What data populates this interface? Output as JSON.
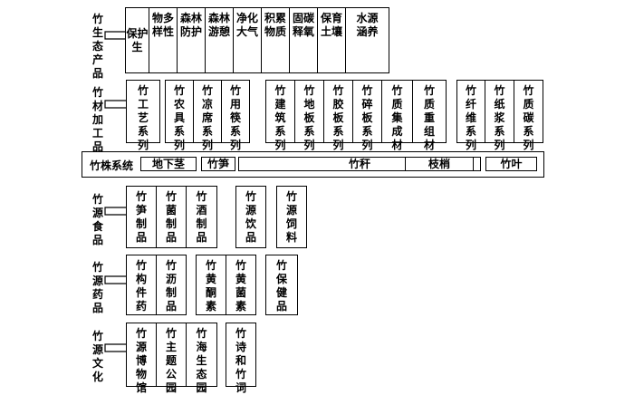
{
  "rows": [
    {
      "category": "竹生态产品",
      "cells": [
        "保护生",
        "物多样性",
        "森林防护",
        "森林游憩",
        "净化大气",
        "积累物质",
        "固碳释氧",
        "保育土壤",
        "水源涵养"
      ]
    },
    {
      "category": "竹材加工品",
      "cells": [
        "竹工艺系列",
        "竹农具系列",
        "竹凉席系列",
        "竹用筷系列",
        "竹建筑系列",
        "竹地板系列",
        "竹胶板系列",
        "竹碎板系列",
        "竹质集成材",
        "竹质重组材",
        "竹纤维系列",
        "竹纸浆系列",
        "竹质碳系列"
      ]
    },
    {
      "category": "竹源食品",
      "cells": [
        "竹笋制品",
        "竹菌制品",
        "竹酒制品",
        "竹源饮品",
        "竹源饲料"
      ]
    },
    {
      "category": "竹源药品",
      "cells": [
        "竹构件药",
        "竹沥制品",
        "竹黄酮素",
        "竹黄菌素",
        "竹保健品"
      ]
    },
    {
      "category": "竹源文化",
      "cells": [
        "竹源博物馆",
        "竹主题公园",
        "竹海生态园",
        "竹诗和竹词"
      ]
    }
  ],
  "system": {
    "label": "竹株系统",
    "parts": [
      "地下茎",
      "竹笋",
      "竹秆",
      "枝梢",
      "竹叶"
    ]
  }
}
